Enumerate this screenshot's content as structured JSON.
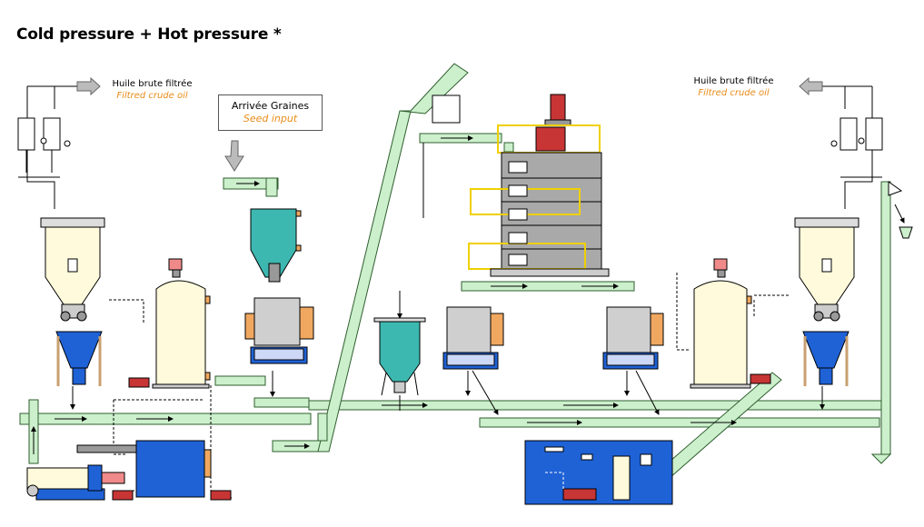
{
  "title": "Cold pressure + Hot pressure *",
  "labels": {
    "left_oil_fr": "Huile brute filtrée",
    "left_oil_en": "Filtred crude oil",
    "right_oil_fr": "Huile brute filtrée",
    "right_oil_en": "Filtred crude oil",
    "seed_fr": "Arrivée Graines",
    "seed_en": "Seed input"
  },
  "colors": {
    "pipe_fill": "#ccefcc",
    "pipe_stroke": "#2f5f2f",
    "tank_cream": "#fffadb",
    "hopper_teal": "#3db8b0",
    "funnel_blue": "#1f62d6",
    "motor_red": "#c83535",
    "press_gray": "#cfcfcf",
    "cooker_gray": "#a9a9a9",
    "frame_yellow": "#f0d000",
    "label_orange": "#e98b18",
    "accent_orange": "#f0a860"
  }
}
